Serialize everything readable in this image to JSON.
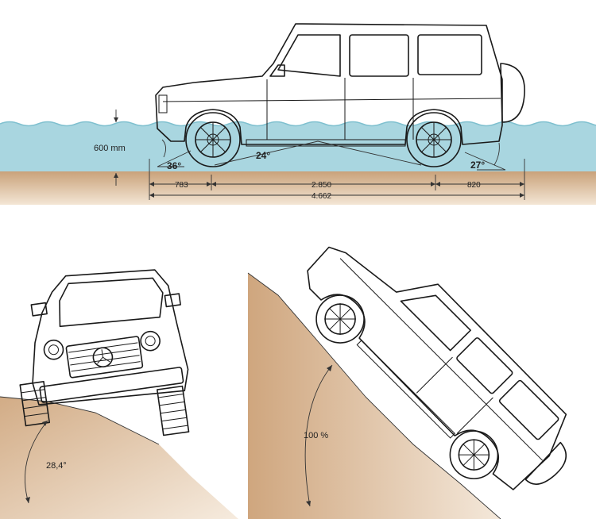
{
  "wading": {
    "depth_label": "600 mm"
  },
  "side_view": {
    "approach_angle": "36°",
    "breakover_angle": "24°",
    "departure_angle": "27°",
    "front_overhang": "783",
    "wheelbase": "2.850",
    "rear_overhang": "820",
    "overall_length": "4.662"
  },
  "front_view": {
    "tilt_angle": "28,4°"
  },
  "climb_view": {
    "gradient": "100 %"
  },
  "colors": {
    "water": "#a9d6e0",
    "water_dark": "#7fc0cf",
    "ground": "#d9b894",
    "ground_light": "#efdcc4",
    "line": "#1a1a1a"
  }
}
